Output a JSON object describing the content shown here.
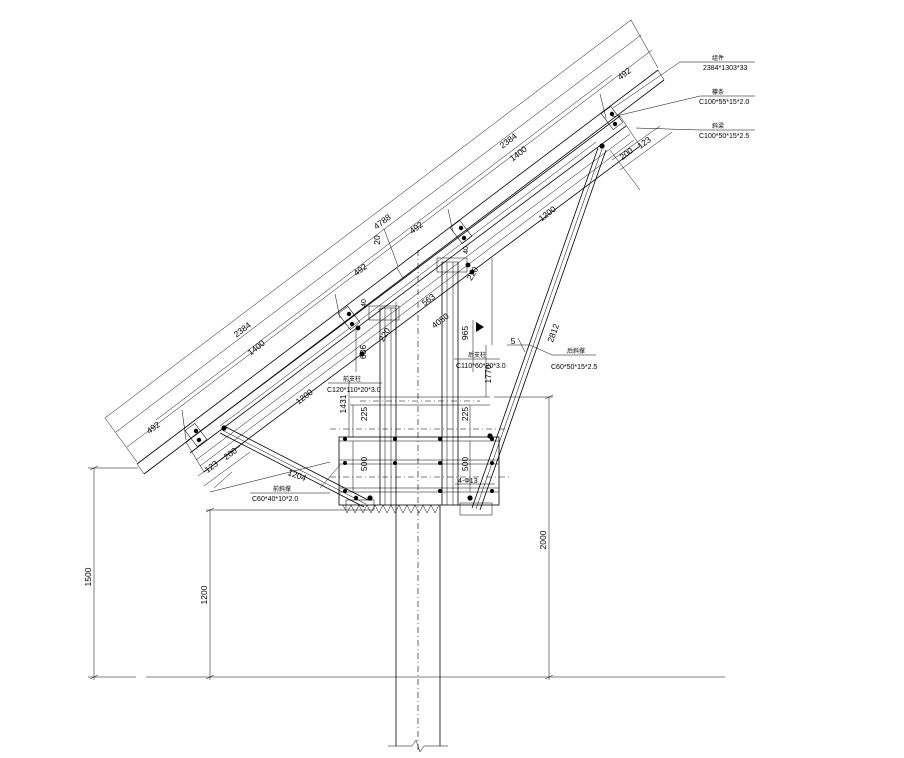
{
  "dimensions": {
    "total_length": "4788",
    "panel_upper": "2384",
    "panel_lower": "2384",
    "overhang_top": "492",
    "overhang_bottom": "492",
    "purlin_upper": "1400",
    "purlin_lower": "1400",
    "span_upper": "1200",
    "span_lower": "1200",
    "gap_mid": "20",
    "mid_492_a": "492",
    "mid_492_b": "492",
    "dim_563": "563",
    "dim_4050": "4050",
    "dim_220_right": "220",
    "dim_220_left": "220",
    "dim_40_a": "40",
    "dim_40_b": "40",
    "dim_636": "636",
    "dim_965": "965",
    "dim_1770": "1770",
    "dim_1431": "1431",
    "dim_225_left": "225",
    "dim_225_right": "225",
    "dim_500_left": "500",
    "dim_500_right": "500",
    "dim_200_top": "200",
    "dim_123_top": "123",
    "dim_200_bottom": "200",
    "dim_123_bottom": "123",
    "dim_1204": "1204",
    "dim_2812": "2812",
    "dim_5": "5",
    "height_1500": "1500",
    "height_1200": "1200",
    "height_2000": "2000",
    "bolt_note": "4-Φ13"
  },
  "labels": {
    "panel_title": "组件",
    "panel_spec": "2384*1303*33",
    "purlin_title": "檩条",
    "purlin_spec": "C100*55*15*2.0",
    "beam_title": "斜梁",
    "beam_spec": "C100*50*15*2.5",
    "rear_brace_title": "后斜撑",
    "rear_brace_spec": "C60*50*15*2.5",
    "front_brace_title": "前斜撑",
    "front_brace_spec": "C60*40*10*2.0",
    "rear_post_title": "后支柱",
    "rear_post_spec": "C110*60*20*3.0",
    "front_post_title": "前支柱",
    "front_post_spec": "C120*110*20*3.0"
  }
}
